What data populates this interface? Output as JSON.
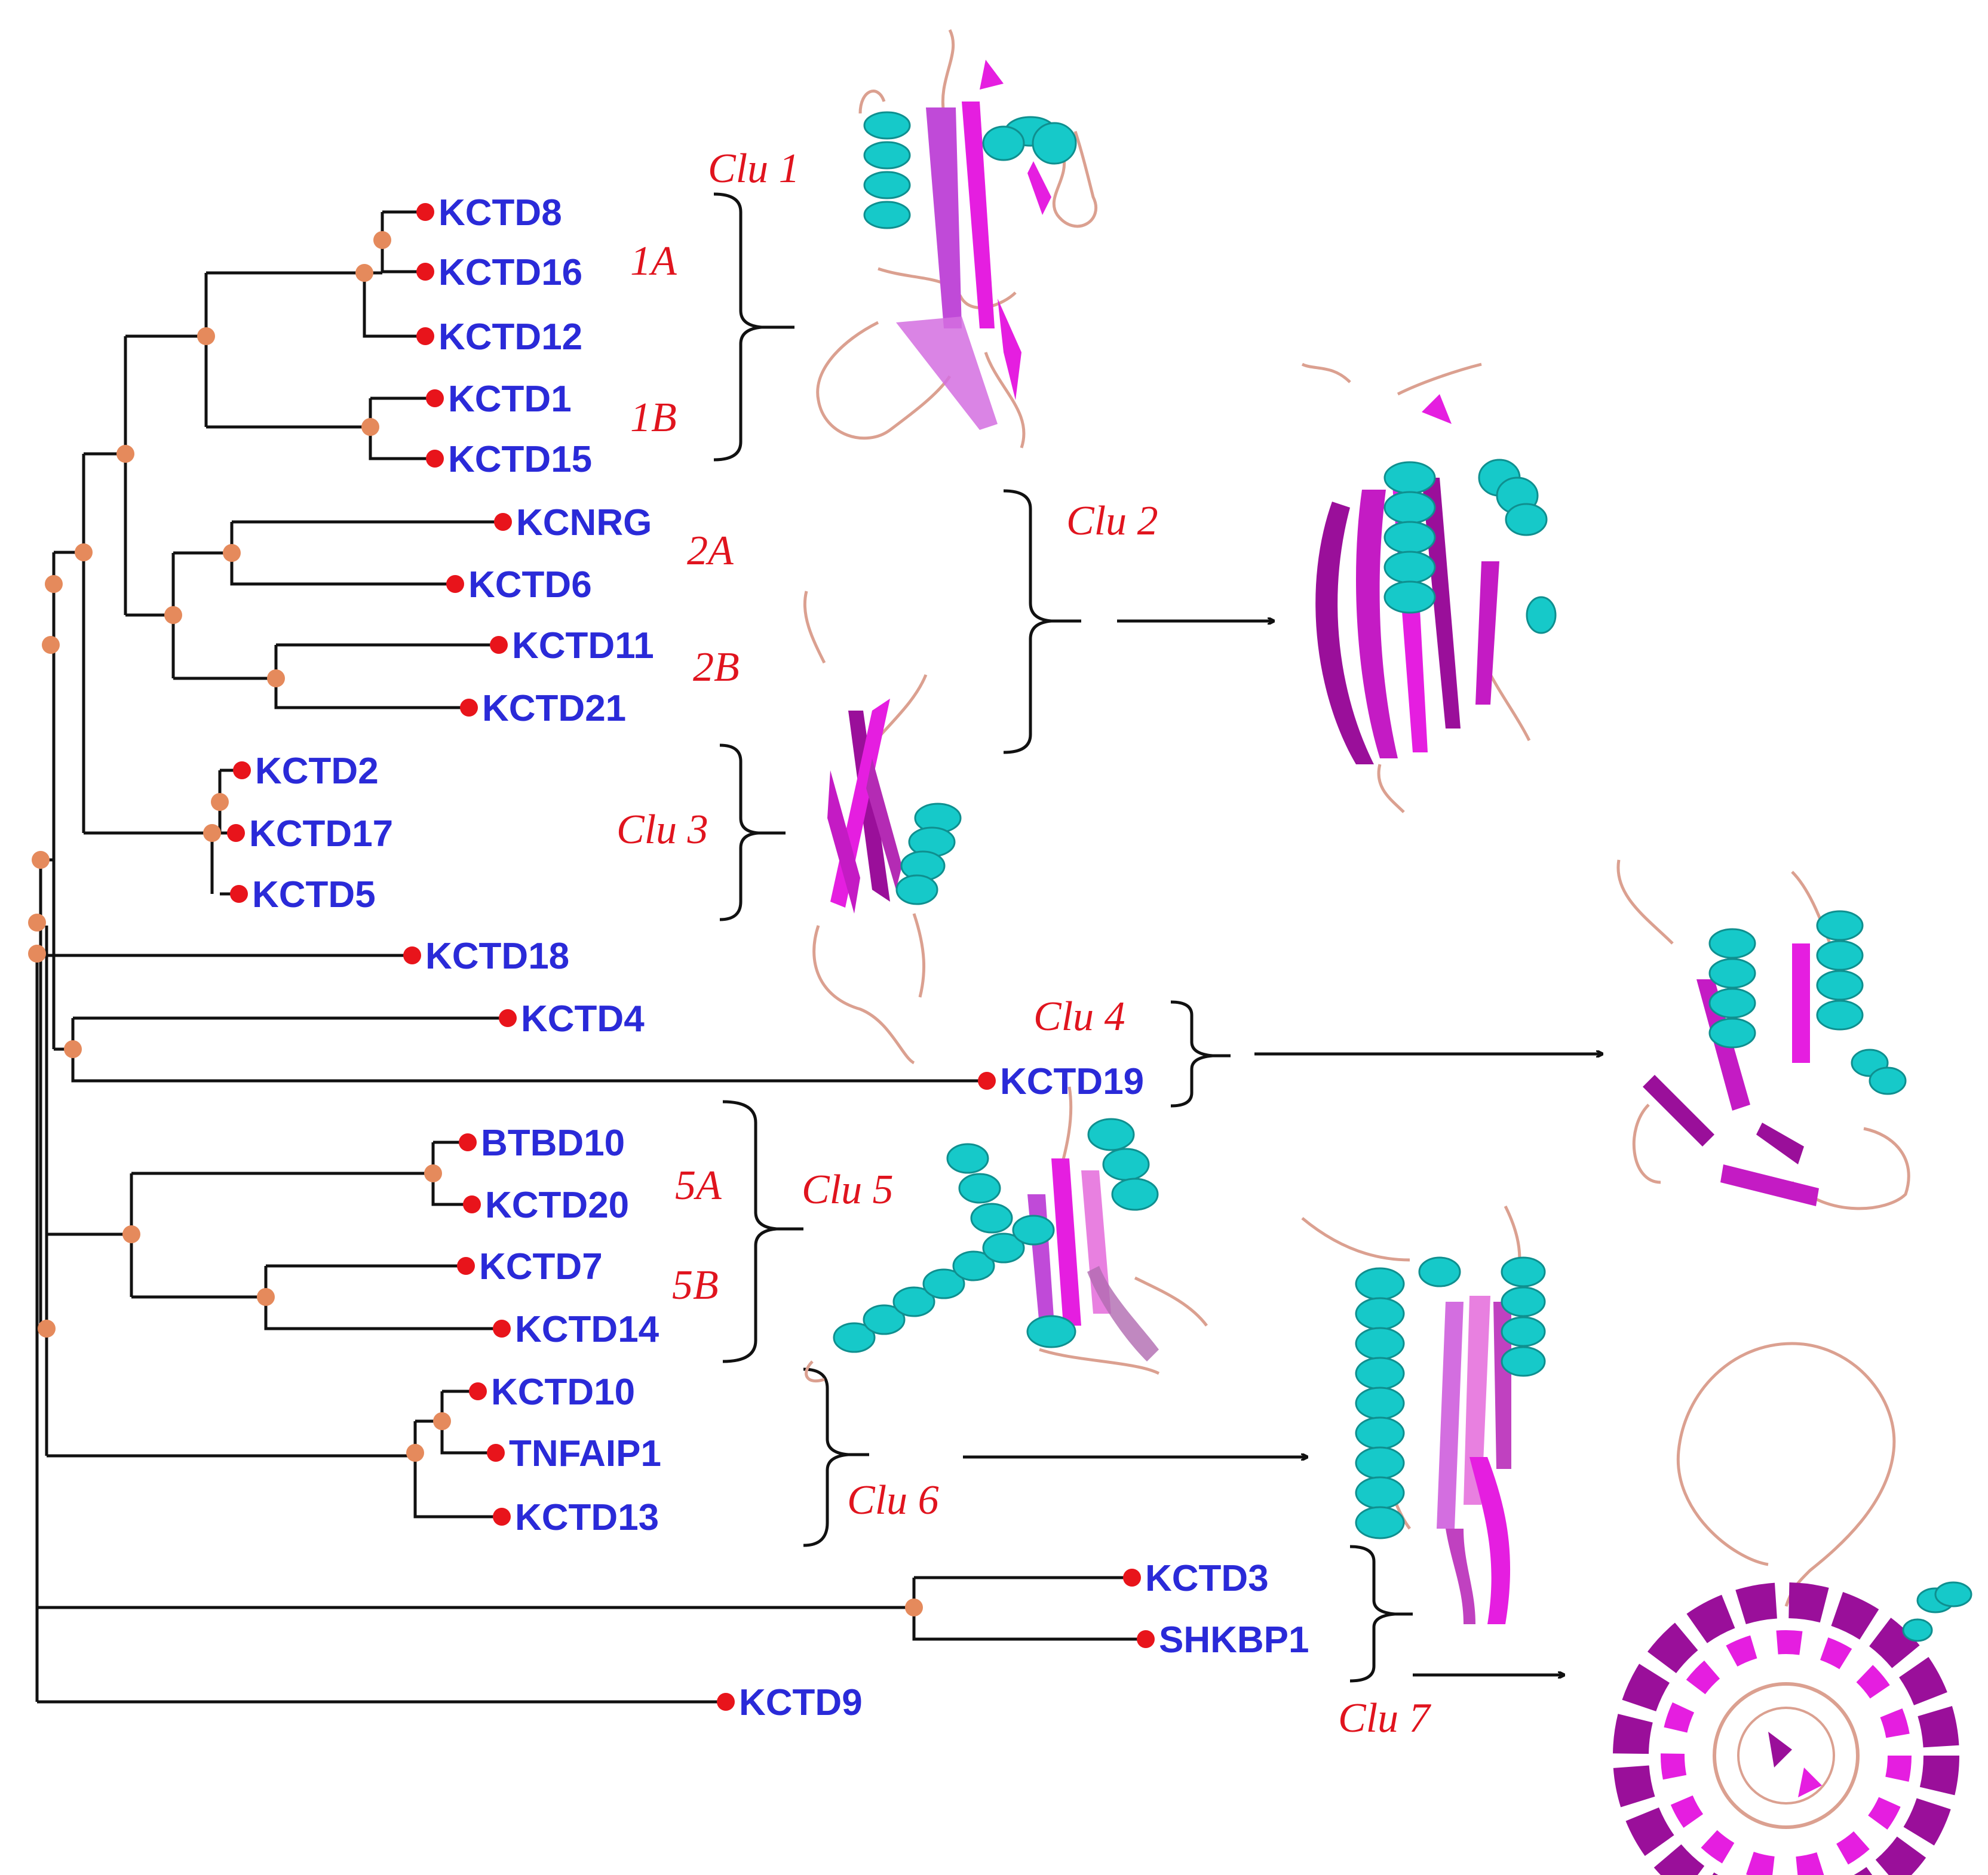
{
  "leaves": [
    {
      "id": "KCTD8",
      "label": "KCTD8"
    },
    {
      "id": "KCTD16",
      "label": "KCTD16"
    },
    {
      "id": "KCTD12",
      "label": "KCTD12"
    },
    {
      "id": "KCTD1",
      "label": "KCTD1"
    },
    {
      "id": "KCTD15",
      "label": "KCTD15"
    },
    {
      "id": "KCNRG",
      "label": "KCNRG"
    },
    {
      "id": "KCTD6",
      "label": "KCTD6"
    },
    {
      "id": "KCTD11",
      "label": "KCTD11"
    },
    {
      "id": "KCTD21",
      "label": "KCTD21"
    },
    {
      "id": "KCTD2",
      "label": "KCTD2"
    },
    {
      "id": "KCTD17",
      "label": "KCTD17"
    },
    {
      "id": "KCTD5",
      "label": "KCTD5"
    },
    {
      "id": "KCTD18",
      "label": "KCTD18"
    },
    {
      "id": "KCTD4",
      "label": "KCTD4"
    },
    {
      "id": "KCTD19",
      "label": "KCTD19"
    },
    {
      "id": "BTBD10",
      "label": "BTBD10"
    },
    {
      "id": "KCTD20",
      "label": "KCTD20"
    },
    {
      "id": "KCTD7",
      "label": "KCTD7"
    },
    {
      "id": "KCTD14",
      "label": "KCTD14"
    },
    {
      "id": "KCTD10",
      "label": "KCTD10"
    },
    {
      "id": "TNFAIP1",
      "label": "TNFAIP1"
    },
    {
      "id": "KCTD13",
      "label": "KCTD13"
    },
    {
      "id": "KCTD3",
      "label": "KCTD3"
    },
    {
      "id": "SHKBP1",
      "label": "SHKBP1"
    },
    {
      "id": "KCTD9",
      "label": "KCTD9"
    }
  ],
  "clusters": {
    "clu1": "Clu 1",
    "clu2": "Clu 2",
    "clu3": "Clu 3",
    "clu4": "Clu 4",
    "clu5": "Clu 5",
    "clu6": "Clu 6",
    "clu7": "Clu 7"
  },
  "subclusters": {
    "s1A": "1A",
    "s1B": "1B",
    "s2A": "2A",
    "s2B": "2B",
    "s5A": "5A",
    "s5B": "5B"
  },
  "colors": {
    "leaf_dot": "#e8141b",
    "node_dot": "#e58a5c",
    "leaf_text": "#2a2ad8",
    "cluster_text": "#e0141e",
    "helix": "#16c9c9",
    "helix_dark": "#0f8f8f",
    "strand": "#e51ee0",
    "strand_dark": "#9a0f9a",
    "loop": "#dba090"
  },
  "icons": {
    "structures": [
      "protein-structure-clu1",
      "protein-structure-clu2",
      "protein-structure-clu3",
      "protein-structure-clu4",
      "protein-structure-clu5",
      "protein-structure-clu6",
      "protein-structure-clu7"
    ]
  }
}
